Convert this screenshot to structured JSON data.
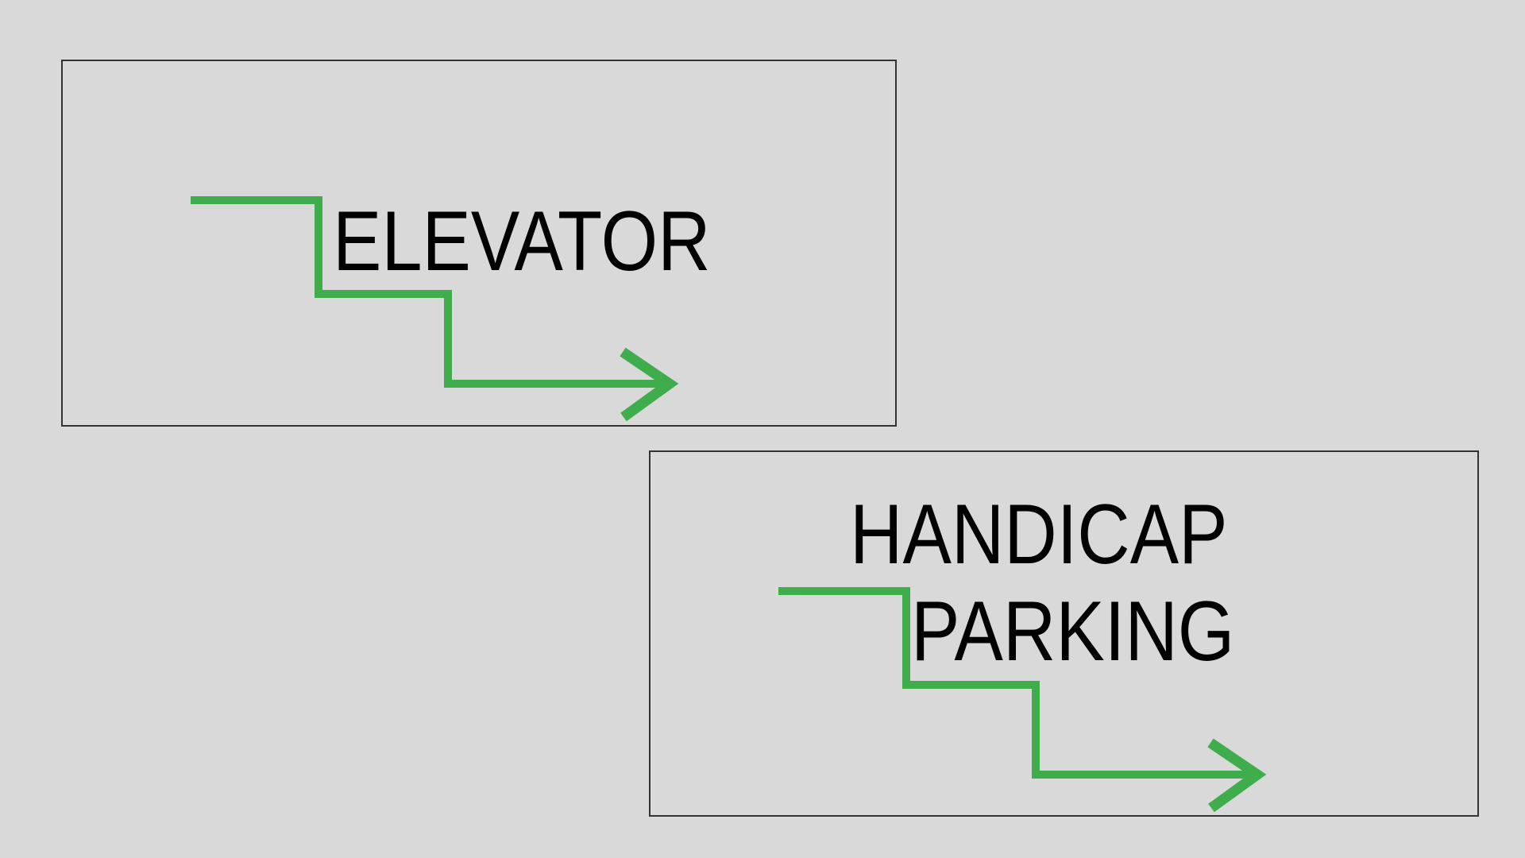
{
  "page": {
    "background_color": "#d9d9d9"
  },
  "colors": {
    "arrow_green": "#3fad4c",
    "sign_border": "#333333",
    "text": "#000000",
    "background": "#d9d9d9"
  },
  "signs": [
    {
      "name": "elevator-sign",
      "lines": [
        "ELEVATOR"
      ],
      "arrow": "stepped-down-right-arrow"
    },
    {
      "name": "handicap-parking-sign",
      "lines": [
        "HANDICAP",
        "PARKING"
      ],
      "arrow": "stepped-down-right-arrow"
    }
  ]
}
